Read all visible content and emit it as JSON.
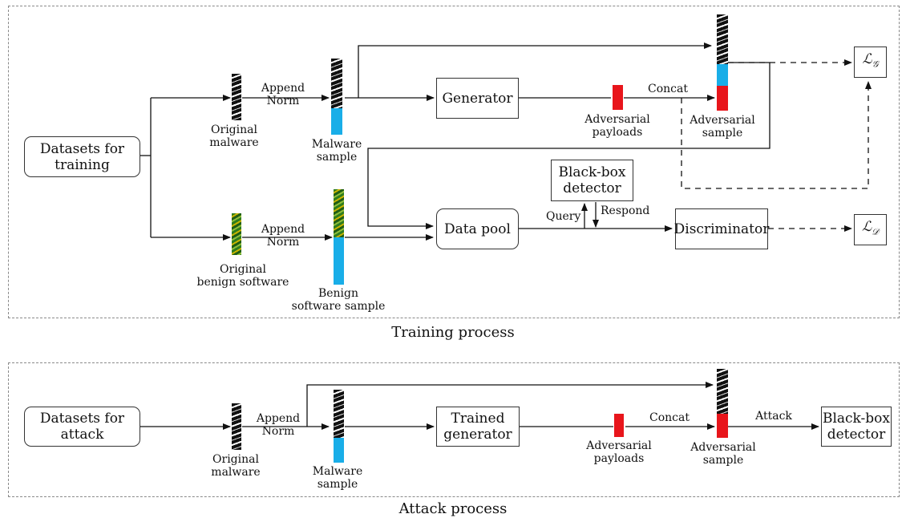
{
  "training": {
    "caption": "Training process",
    "datasets_label": "Datasets for\ntraining",
    "original_malware_label": "Original\nmalware",
    "append_norm_top": "Append\nNorm",
    "malware_sample_label": "Malware\nsample",
    "generator_label": "Generator",
    "adversarial_payloads_label": "Adversarial\npayloads",
    "concat_label": "Concat",
    "adversarial_sample_label": "Adversarial\nsample",
    "loss_g": "ℒ",
    "loss_g_sub": "𝒢",
    "blackbox_label": "Black-box\ndetector",
    "query_label": "Query",
    "respond_label": "Respond",
    "data_pool_label": "Data pool",
    "discriminator_label": "Discriminator",
    "loss_d": "ℒ",
    "loss_d_sub": "𝒟",
    "original_benign_label": "Original\nbenign software",
    "append_norm_bottom": "Append\nNorm",
    "benign_sample_label": "Benign\nsoftware sample"
  },
  "attack": {
    "caption": "Attack process",
    "datasets_label": "Datasets for\nattack",
    "original_malware_label": "Original\nmalware",
    "append_norm": "Append\nNorm",
    "malware_sample_label": "Malware\nsample",
    "trained_generator_label": "Trained\ngenerator",
    "adversarial_payloads_label": "Adversarial\npayloads",
    "concat_label": "Concat",
    "adversarial_sample_label": "Adversarial\nsample",
    "attack_label": "Attack",
    "blackbox_label": "Black-box\ndetector"
  }
}
